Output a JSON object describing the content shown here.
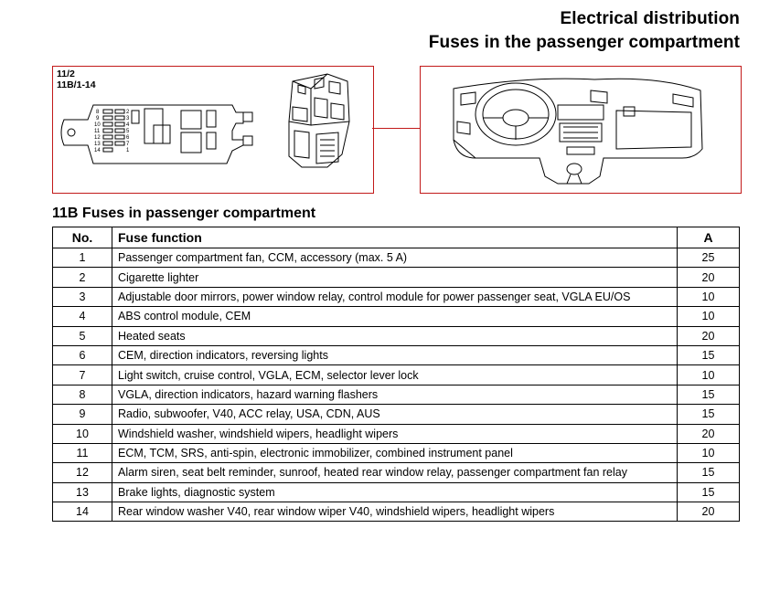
{
  "header": {
    "title": "Electrical distribution",
    "subtitle": "Fuses in the passenger compartment"
  },
  "figure_left": {
    "ref1": "11/2",
    "ref2": "11B/1-14",
    "fuse_numbers": [
      "8",
      "9",
      "10",
      "11",
      "12",
      "13",
      "14",
      "2",
      "3",
      "4",
      "5",
      "6",
      "7",
      "1"
    ]
  },
  "colors": {
    "frame": "#c21a1a",
    "line_art": "#000000"
  },
  "section_title": "11B Fuses in passenger compartment",
  "table": {
    "headers": {
      "no": "No.",
      "function": "Fuse function",
      "amps": "A"
    },
    "rows": [
      {
        "no": "1",
        "function": "Passenger compartment fan, CCM, accessory (max. 5 A)",
        "amps": "25"
      },
      {
        "no": "2",
        "function": "Cigarette lighter",
        "amps": "20"
      },
      {
        "no": "3",
        "function": "Adjustable door mirrors, power window relay, control module for power passenger seat, VGLA EU/OS",
        "amps": "10"
      },
      {
        "no": "4",
        "function": "ABS control module, CEM",
        "amps": "10"
      },
      {
        "no": "5",
        "function": "Heated seats",
        "amps": "20"
      },
      {
        "no": "6",
        "function": "CEM, direction indicators, reversing lights",
        "amps": "15"
      },
      {
        "no": "7",
        "function": "Light switch, cruise control, VGLA, ECM, selector lever lock",
        "amps": "10"
      },
      {
        "no": "8",
        "function": "VGLA, direction indicators, hazard warning flashers",
        "amps": "15"
      },
      {
        "no": "9",
        "function": "Radio, subwoofer, V40, ACC relay, USA, CDN, AUS",
        "amps": "15"
      },
      {
        "no": "10",
        "function": "Windshield washer, windshield wipers, headlight wipers",
        "amps": "20"
      },
      {
        "no": "11",
        "function": "ECM, TCM, SRS, anti-spin, electronic immobilizer, combined instrument panel",
        "amps": "10"
      },
      {
        "no": "12",
        "function": "Alarm siren, seat belt reminder, sunroof, heated rear window relay, passenger compartment fan relay",
        "amps": "15"
      },
      {
        "no": "13",
        "function": "Brake lights, diagnostic system",
        "amps": "15"
      },
      {
        "no": "14",
        "function": "Rear window washer V40, rear window wiper V40, windshield wipers, headlight wipers",
        "amps": "20"
      }
    ]
  }
}
